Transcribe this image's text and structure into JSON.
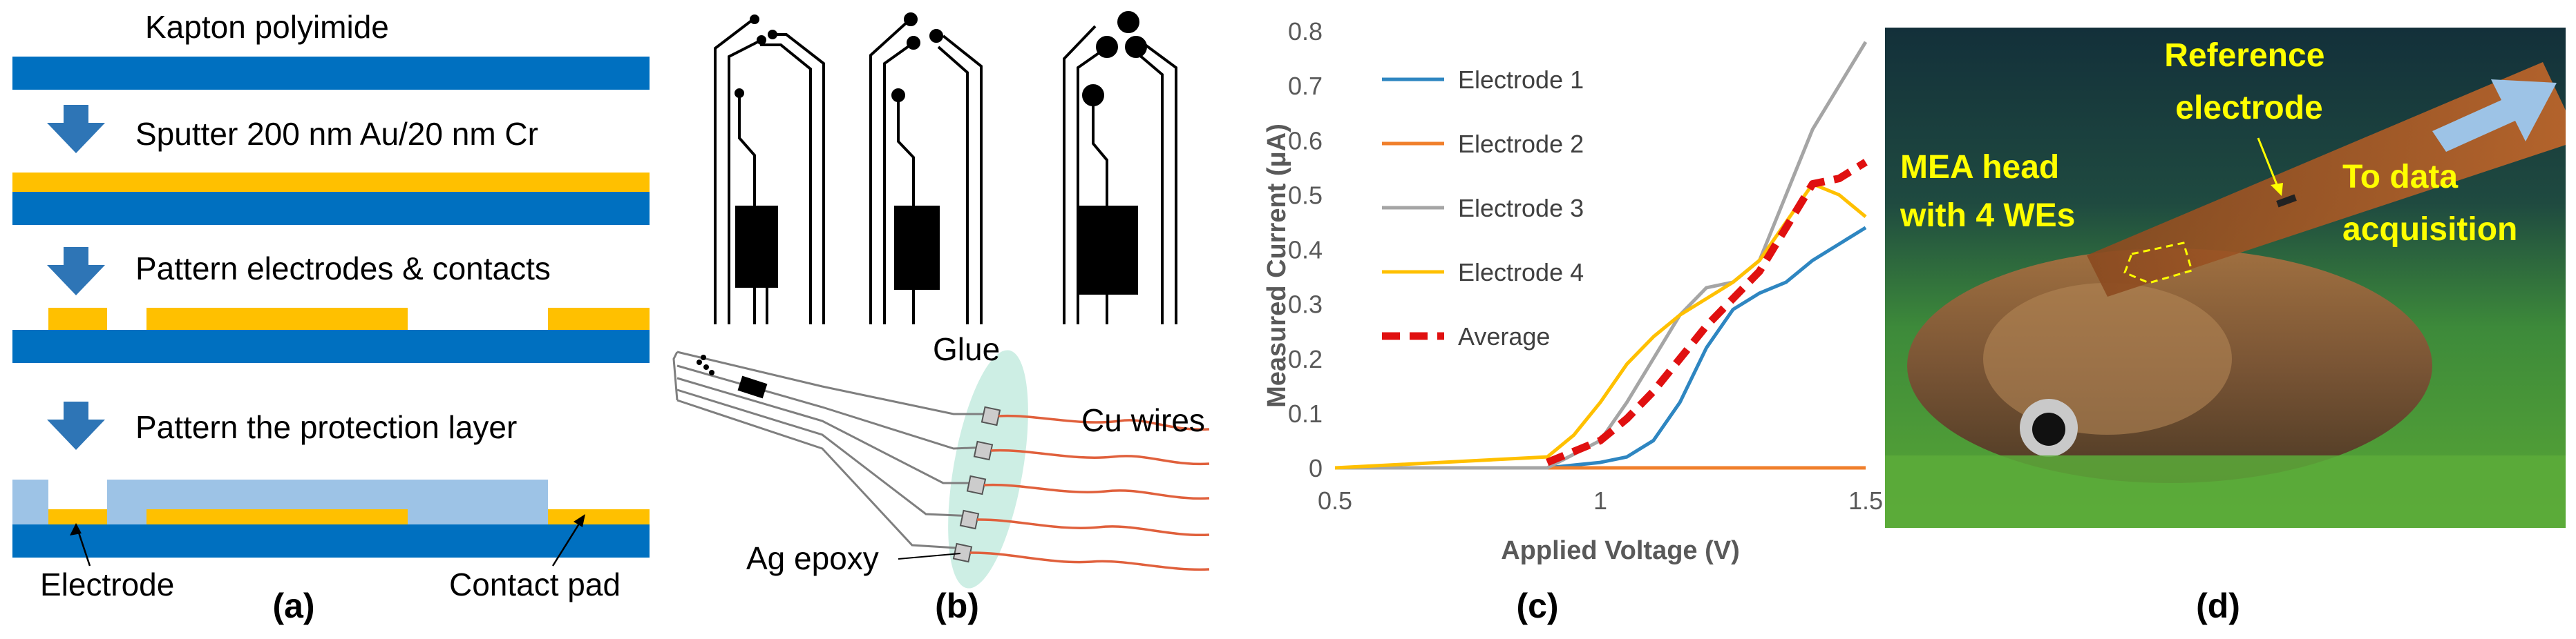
{
  "panel_a": {
    "steps": [
      "Kapton polyimide",
      "Sputter 200 nm Au/20 nm Cr",
      "Pattern electrodes & contacts",
      "Pattern the protection layer"
    ],
    "electrode_label": "Electrode",
    "contact_label": "Contact pad",
    "tag": "(a)",
    "colors": {
      "kapton": "#0070c0",
      "gold": "#ffc000",
      "protection": "#9dc3e6",
      "arrow": "#2e75b6"
    }
  },
  "panel_b": {
    "glue_label": "Glue",
    "wires_label": "Cu wires",
    "epoxy_label": "Ag epoxy",
    "tag": "(b)",
    "colors": {
      "wire": "#e0603c",
      "glue": "#cdeee4"
    }
  },
  "panel_c": {
    "tag": "(c)",
    "chart_data": {
      "type": "line",
      "xlabel": "Applied Voltage (V)",
      "ylabel": "Measured Current (μA)",
      "xlim": [
        0.5,
        1.5
      ],
      "ylim": [
        0,
        0.8
      ],
      "xticks": [
        "0.5",
        "1",
        "1.5"
      ],
      "yticks": [
        "0",
        "0.1",
        "0.2",
        "0.3",
        "0.4",
        "0.5",
        "0.6",
        "0.7",
        "0.8"
      ],
      "grid": false,
      "legend_position": "top-left",
      "series": [
        {
          "name": "Electrode 1",
          "color": "#2e86c1",
          "dash": false,
          "x": [
            0.5,
            0.9,
            1.0,
            1.05,
            1.1,
            1.15,
            1.2,
            1.25,
            1.3,
            1.35,
            1.4,
            1.45,
            1.5
          ],
          "y": [
            0,
            0,
            0.01,
            0.02,
            0.05,
            0.12,
            0.22,
            0.29,
            0.32,
            0.34,
            0.38,
            0.41,
            0.44
          ]
        },
        {
          "name": "Electrode 2",
          "color": "#f07f2b",
          "dash": false,
          "x": [
            0.5,
            1.0,
            1.5
          ],
          "y": [
            0,
            0,
            0
          ]
        },
        {
          "name": "Electrode 3",
          "color": "#a5a5a5",
          "dash": false,
          "x": [
            0.5,
            0.9,
            1.0,
            1.05,
            1.1,
            1.15,
            1.2,
            1.25,
            1.3,
            1.35,
            1.4,
            1.45,
            1.5
          ],
          "y": [
            0,
            0,
            0.05,
            0.12,
            0.2,
            0.28,
            0.33,
            0.34,
            0.38,
            0.5,
            0.62,
            0.7,
            0.78
          ]
        },
        {
          "name": "Electrode 4",
          "color": "#ffc000",
          "dash": false,
          "x": [
            0.5,
            0.9,
            0.95,
            1.0,
            1.05,
            1.1,
            1.15,
            1.2,
            1.25,
            1.3,
            1.35,
            1.4,
            1.45,
            1.5
          ],
          "y": [
            0,
            0.02,
            0.06,
            0.12,
            0.19,
            0.24,
            0.28,
            0.31,
            0.34,
            0.38,
            0.45,
            0.52,
            0.5,
            0.46
          ]
        },
        {
          "name": "Average",
          "color": "#e01010",
          "dash": true,
          "x": [
            0.9,
            0.95,
            1.0,
            1.05,
            1.1,
            1.15,
            1.2,
            1.25,
            1.3,
            1.35,
            1.4,
            1.45,
            1.5
          ],
          "y": [
            0.01,
            0.03,
            0.05,
            0.09,
            0.14,
            0.2,
            0.26,
            0.31,
            0.36,
            0.44,
            0.52,
            0.53,
            0.56
          ]
        }
      ]
    }
  },
  "panel_d": {
    "reference_label": [
      "Reference",
      "electrode"
    ],
    "mea_label": [
      "MEA head",
      "with 4 WEs"
    ],
    "daq_label": [
      "To data",
      "acquisition"
    ],
    "tag": "(d)",
    "colors": {
      "label": "#ffff00",
      "arrow": "#9dc3e6"
    }
  }
}
